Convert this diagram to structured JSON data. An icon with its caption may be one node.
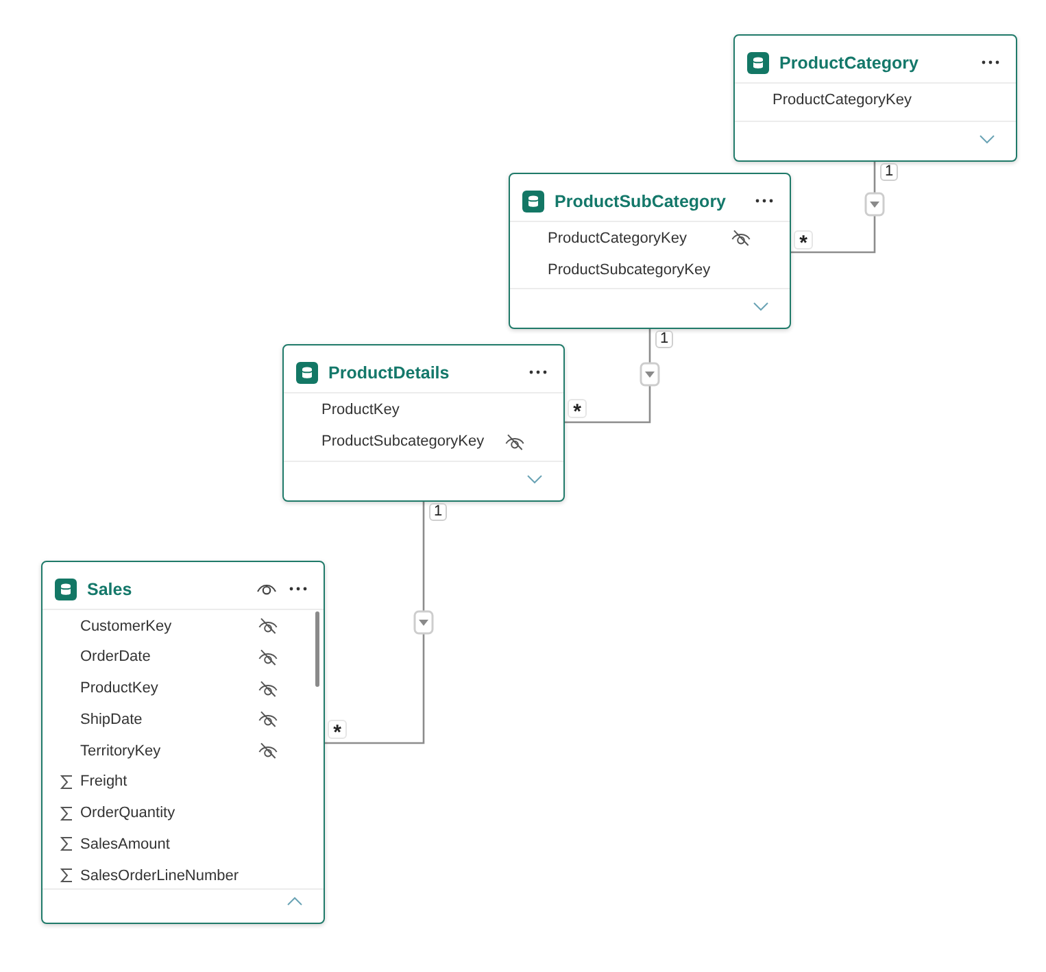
{
  "diagram": {
    "nodes": [
      {
        "text": [
          "ProductCategory",
          "ProductCategoryKey"
        ]
      },
      {
        "text": [
          "ProductSubCategory",
          "ProductCategoryKey",
          "ProductSubcategoryKey"
        ]
      },
      {
        "text": [
          "ProductDetails",
          "ProductKey",
          "ProductSubcategoryKey"
        ]
      },
      {
        "text": [
          "Sales",
          "CustomerKey",
          "OrderDate",
          "ProductKey",
          "ShipDate",
          "TerritoryKey",
          "Freight",
          "OrderQuantity",
          "SalesAmount",
          "SalesOrderLineNumber"
        ]
      }
    ],
    "edges": [
      {
        "from": 0,
        "to": 1,
        "arrow": "to"
      },
      {
        "from": 1,
        "to": 2,
        "arrow": "to"
      },
      {
        "from": 2,
        "to": 3,
        "arrow": "to"
      }
    ],
    "labels": [
      "1",
      "*",
      "1",
      "*",
      "1",
      "*"
    ]
  }
}
